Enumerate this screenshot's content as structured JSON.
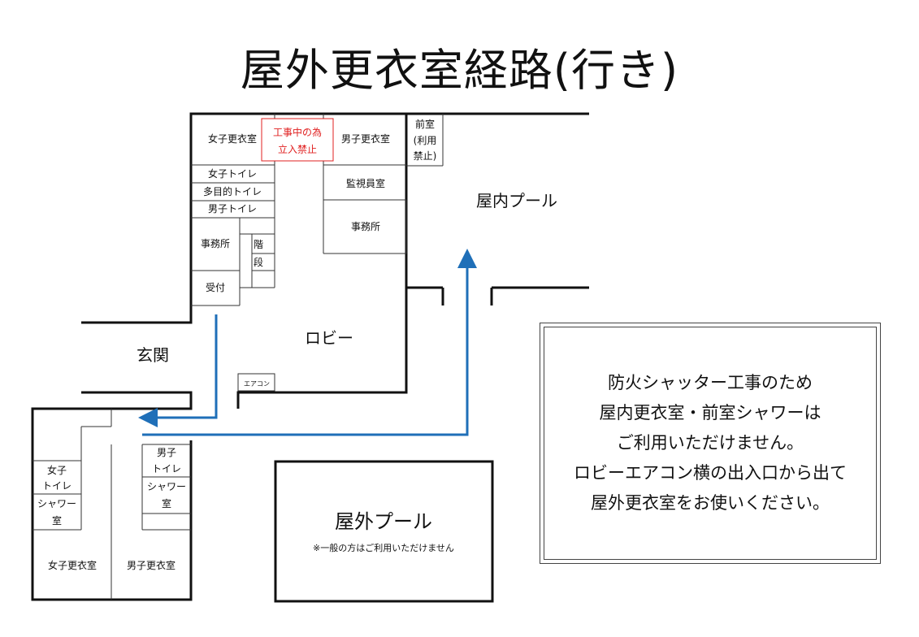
{
  "title": "屋外更衣室経路(行き)",
  "rooms": {
    "women_changing_upper": "女子更衣室",
    "construction_line1": "工事中の為",
    "construction_line2": "立入禁止",
    "men_changing_upper": "男子更衣室",
    "front_room_1": "前室",
    "front_room_2": "(利用",
    "front_room_3": "禁止)",
    "women_toilet": "女子トイレ",
    "multi_toilet": "多目的トイレ",
    "men_toilet": "男子トイレ",
    "office_left": "事務所",
    "stairs_1": "階",
    "stairs_2": "段",
    "reception": "受付",
    "monitor_room": "監視員室",
    "office_right": "事務所",
    "indoor_pool": "屋内プール",
    "lobby": "ロビー",
    "entrance": "玄関",
    "aircon": "エアコン",
    "women_toilet_lower_1": "女子",
    "women_toilet_lower_2": "トイレ",
    "women_shower_1": "シャワー",
    "women_shower_2": "室",
    "men_toilet_lower_1": "男子",
    "men_toilet_lower_2": "トイレ",
    "men_shower_1": "シャワー",
    "men_shower_2": "室",
    "women_changing_lower": "女子更衣室",
    "men_changing_lower": "男子更衣室",
    "outdoor_pool": "屋外プール",
    "outdoor_pool_note": "※一般の方はご利用いただけません"
  },
  "notice": {
    "line1": "防火シャッター工事のため",
    "line2": "屋内更衣室・前室シャワーは",
    "line3": "ご利用いただけません。",
    "line4": "ロビーエアコン横の出入口から出て",
    "line5": "屋外更衣室をお使いください。"
  },
  "colors": {
    "route_arrow": "#1f6fb8",
    "warning": "#e02020"
  }
}
